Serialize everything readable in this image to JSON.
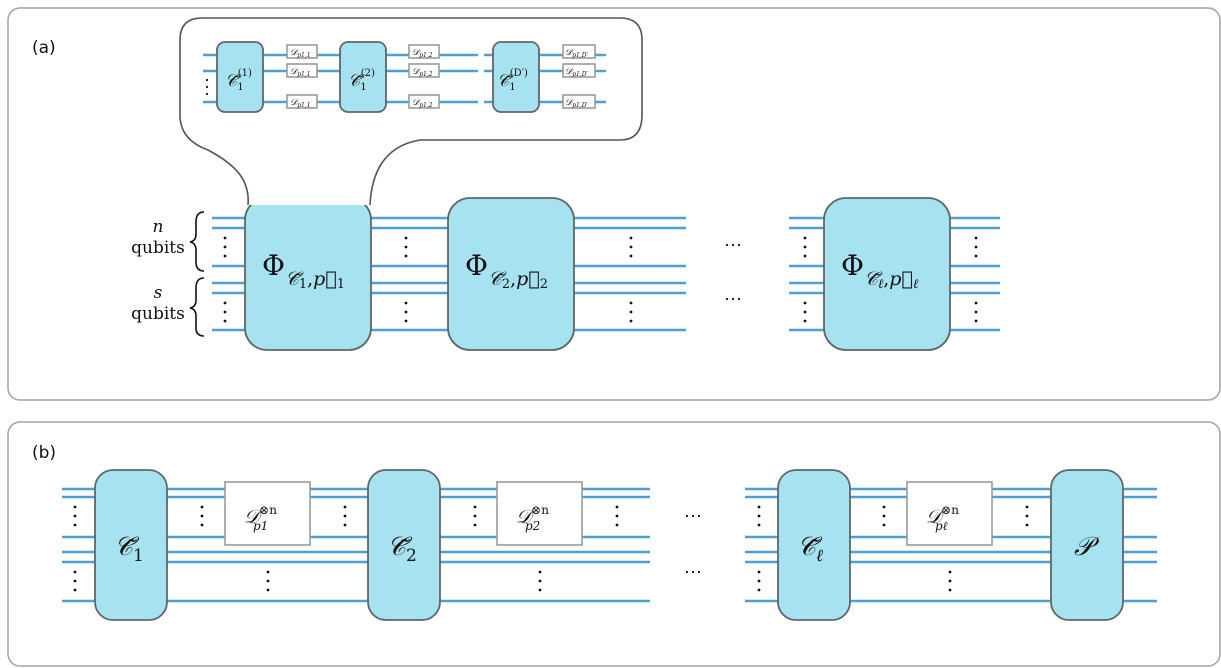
{
  "panel_a": {
    "label": "(a)",
    "register_n": {
      "symbol": "n",
      "word": "qubits"
    },
    "register_s": {
      "symbol": "s",
      "word": "qubits"
    },
    "blocks": [
      {
        "phi": "Φ",
        "c": "𝒞̃",
        "c_sub": "1",
        "p": "p⃗",
        "p_sub": "1"
      },
      {
        "phi": "Φ",
        "c": "𝒞̃",
        "c_sub": "2",
        "p": "p⃗",
        "p_sub": "2"
      },
      {
        "phi": "Φ",
        "c": "𝒞̃",
        "c_sub": "ℓ",
        "p": "p⃗",
        "p_sub": "ℓ"
      }
    ],
    "ellipsis": "⋯",
    "inset": {
      "gates": [
        {
          "base": "𝒞̃",
          "sub": "1",
          "sup": "(1)"
        },
        {
          "base": "𝒞̃",
          "sub": "1",
          "sup": "(2)"
        },
        {
          "base": "𝒞̃",
          "sub": "1",
          "sup": "(D′)"
        }
      ],
      "noise_boxes": [
        {
          "base": "𝒟",
          "sub": "p1,1"
        },
        {
          "base": "𝒟",
          "sub": "p1,2"
        },
        {
          "base": "𝒟",
          "sub": "p1,D′"
        }
      ]
    }
  },
  "panel_b": {
    "label": "(b)",
    "gates": [
      {
        "base": "𝒞̃",
        "sub": "1"
      },
      {
        "base": "𝒞̃",
        "sub": "2"
      },
      {
        "base": "𝒞̃",
        "sub": "ℓ"
      },
      {
        "base": "𝒫",
        "sub": ""
      }
    ],
    "noise": [
      {
        "base": "𝒟",
        "sup": "⊗n",
        "sub": "p1"
      },
      {
        "base": "𝒟",
        "sup": "⊗n",
        "sub": "p2"
      },
      {
        "base": "𝒟",
        "sup": "⊗n",
        "sub": "pℓ"
      }
    ],
    "ellipsis": "⋯"
  }
}
